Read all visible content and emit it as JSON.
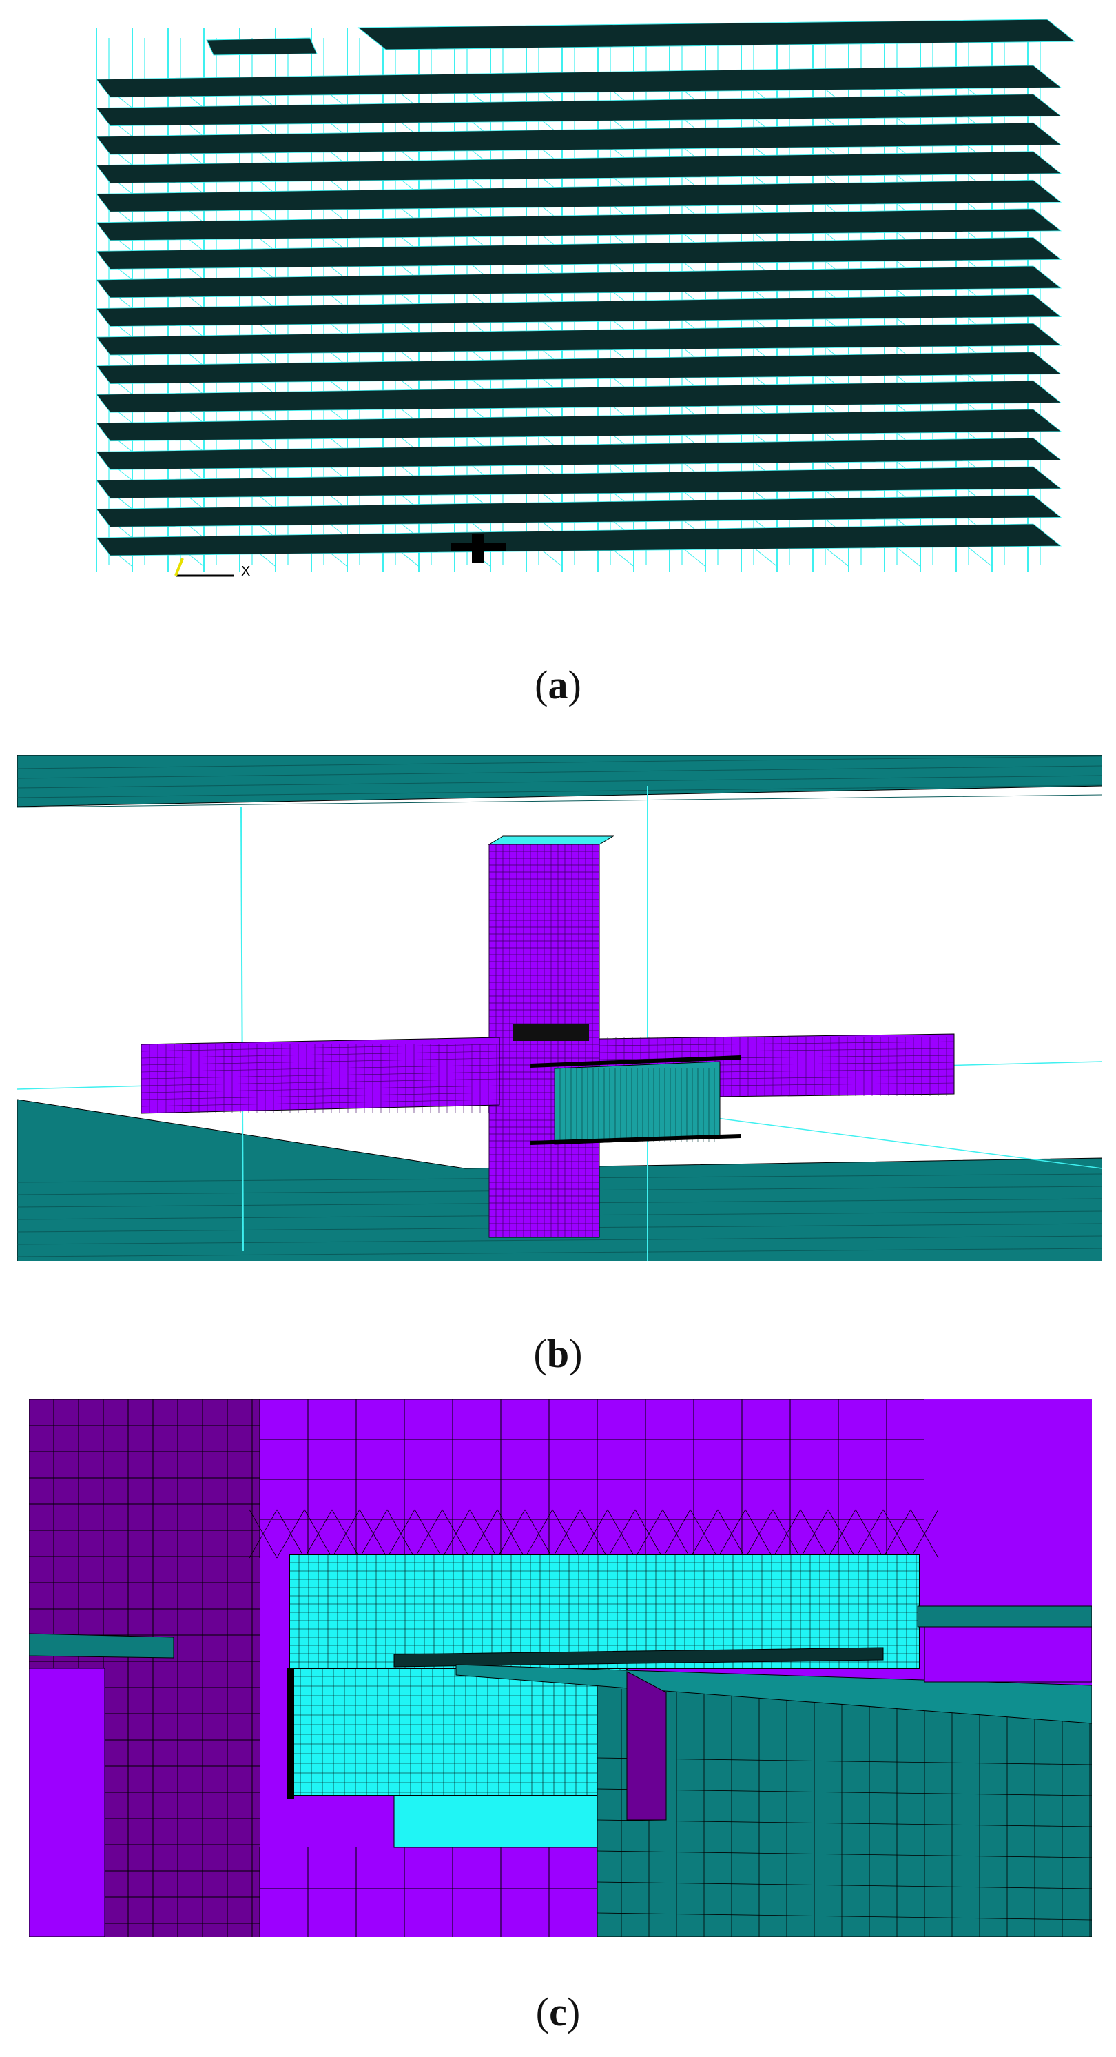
{
  "figure": {
    "panels": [
      {
        "id": "a",
        "caption_open": "(",
        "caption_letter": "a",
        "caption_close": ")"
      },
      {
        "id": "b",
        "caption_open": "(",
        "caption_letter": "b",
        "caption_close": ")"
      },
      {
        "id": "c",
        "caption_open": "(",
        "caption_letter": "c",
        "caption_close": ")"
      }
    ],
    "axis_triad_label": "X"
  },
  "colors": {
    "slab_dark": "#0b2b2b",
    "frame_cyan": "#3ff0f0",
    "slab_teal": "#0d7c7c",
    "column_purple": "#9c00ff",
    "column_dark_purple": "#6a0094",
    "plate_cyan": "#20f5f5",
    "mesh_line": "#000000"
  }
}
